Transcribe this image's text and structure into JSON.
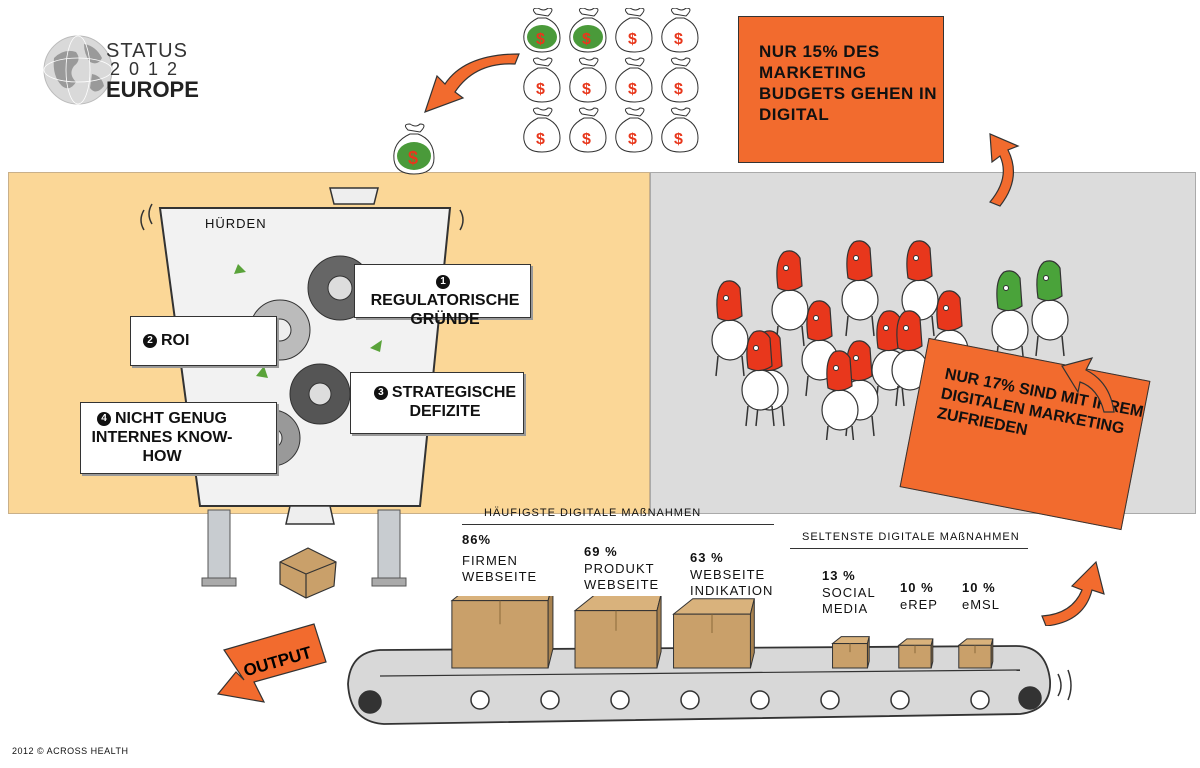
{
  "logo": {
    "status": "STATUS",
    "year": "2012",
    "region": "EUROPE"
  },
  "callouts": {
    "budget": "NUR 15% DES MARKETING BUDGETS GEHEN IN DIGITAL",
    "satisfied": "NUR 17% SIND MIT IHREM DIGITALEN MARKETING ZUFRIEDEN"
  },
  "machine": {
    "title": "HÜRDEN",
    "barriers": [
      {
        "number": "1",
        "label": "REGULATORISCHE GRÜNDE"
      },
      {
        "number": "2",
        "label": "ROI"
      },
      {
        "number": "3",
        "label": "STRATEGISCHE DEFIZITE"
      },
      {
        "number": "4",
        "label": "NICHT GENUG INTERNES KNOW-HOW"
      }
    ],
    "output_label": "OUTPUT"
  },
  "common_measures": {
    "heading": "HÄUFIGSTE DIGITALE MAßNAHMEN",
    "items": [
      {
        "percent": "86%",
        "label_line1": "FIRMEN",
        "label_line2": "WEBSEITE",
        "value": 86
      },
      {
        "percent": "69 %",
        "label_line1": "PRODUKT",
        "label_line2": "WEBSEITE",
        "value": 69
      },
      {
        "percent": "63 %",
        "label_line1": "WEBSEITE",
        "label_line2": "INDIKATION",
        "value": 63
      }
    ]
  },
  "rare_measures": {
    "heading": "SELTENSTE DIGITALE MAßNAHMEN",
    "items": [
      {
        "percent": "13 %",
        "label_line1": "SOCIAL",
        "label_line2": "MEDIA",
        "value": 13
      },
      {
        "percent": "10 %",
        "label_line1": "eREP",
        "label_line2": "",
        "value": 10
      },
      {
        "percent": "10 %",
        "label_line1": "eMSL",
        "label_line2": "",
        "value": 10
      }
    ]
  },
  "budget_bags": {
    "total": 12,
    "digital": 2
  },
  "people": {
    "total": 14,
    "satisfied": 2
  },
  "colors": {
    "orange": "#f26b2e",
    "panel_left": "#fbd797",
    "panel_right": "#dcdcdc",
    "bag_green": "#4a9a3a",
    "head_red": "#e8371c",
    "head_green": "#4aa33a",
    "box": "#c9a06a"
  },
  "footer": "2012 © ACROSS HEALTH"
}
